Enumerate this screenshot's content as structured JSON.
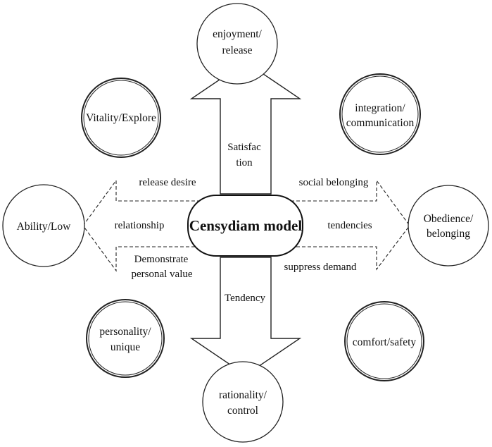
{
  "center": {
    "label": "Censydiam model"
  },
  "nodes": {
    "top": [
      "enjoyment/",
      "release"
    ],
    "top_left": [
      "Vitality/Explore"
    ],
    "top_right": [
      "integration/",
      "communication"
    ],
    "left": [
      "Ability/Low"
    ],
    "right": [
      "Obedience/",
      "belonging"
    ],
    "bottom_left": [
      "personality/",
      "unique"
    ],
    "bottom_right": [
      "comfort/safety"
    ],
    "bottom": [
      "rationality/",
      "control"
    ]
  },
  "arrow_labels": {
    "up": [
      "Satisfac",
      "tion"
    ],
    "down": [
      "Tendency"
    ],
    "left_top": [
      "release desire"
    ],
    "left_middle": [
      "relationship"
    ],
    "left_bottom": [
      "Demonstrate",
      "personal value"
    ],
    "right_top": [
      "social belonging"
    ],
    "right_middle": [
      "tendencies"
    ],
    "right_bottom": [
      "suppress demand"
    ]
  }
}
